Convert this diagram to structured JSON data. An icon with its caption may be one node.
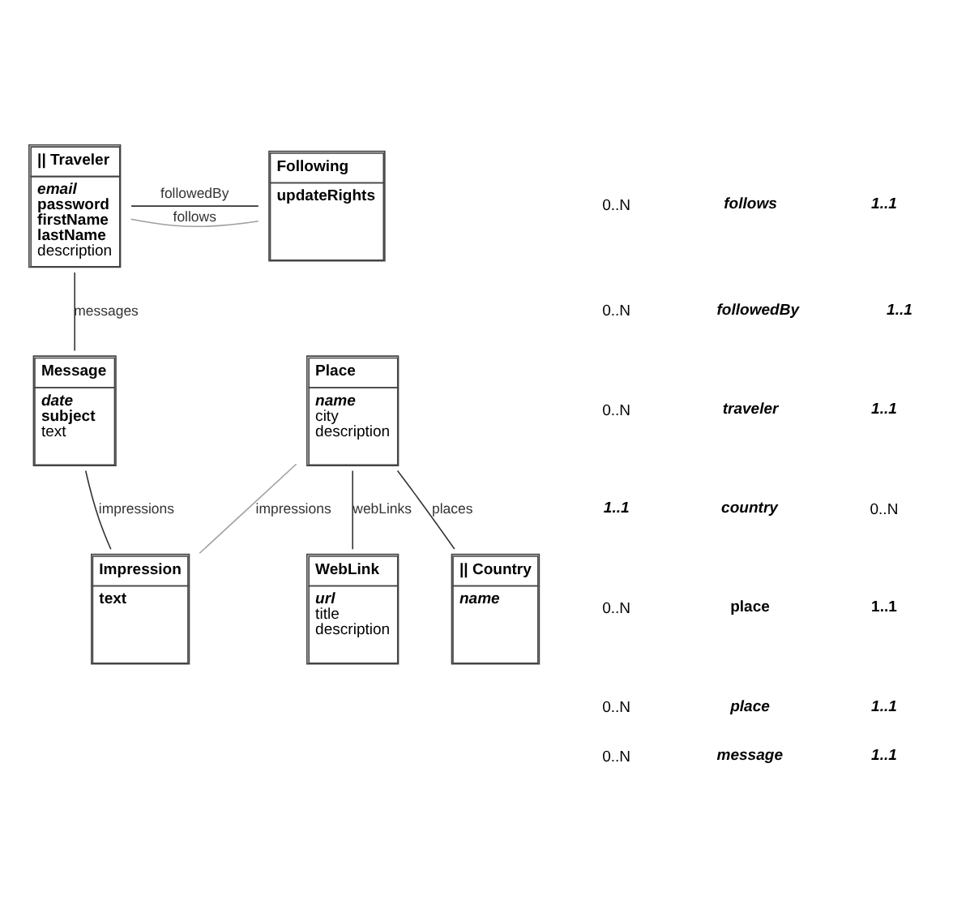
{
  "diagram": {
    "nodes": [
      {
        "text": [
          "|| Traveler",
          "email",
          "password",
          "firstName",
          "lastName",
          "description"
        ]
      },
      {
        "text": [
          "Following",
          "updateRights"
        ]
      },
      {
        "text": [
          "Place",
          "name",
          "city",
          "description"
        ]
      },
      {
        "text": [
          "Message",
          "date",
          "subject",
          "text"
        ]
      },
      {
        "text": [
          "|| Country",
          "name"
        ]
      },
      {
        "text": [
          "WebLink",
          "url",
          "title",
          "description"
        ]
      },
      {
        "text": [
          "Impression",
          "text"
        ]
      }
    ],
    "edges": [
      {
        "from": 0,
        "to": 1,
        "arrow": "none",
        "label": "followedBy"
      },
      {
        "from": 0,
        "to": 1,
        "arrow": "none",
        "label": "follows",
        "color": "#a0a0a0"
      },
      {
        "from": 0,
        "to": 3,
        "arrow": "none",
        "label": "messages"
      },
      {
        "from": 2,
        "to": 4,
        "arrow": "none",
        "label": "places"
      },
      {
        "from": 2,
        "to": 5,
        "arrow": "none",
        "label": "webLinks"
      },
      {
        "from": 2,
        "to": 6,
        "arrow": "none",
        "label": "impressions",
        "color": "#a0a0a0"
      },
      {
        "from": 3,
        "to": 6,
        "arrow": "none",
        "label": "impressions"
      }
    ],
    "labels": [
      "0..N",
      "follows",
      "1..1",
      "0..N",
      "followedBy",
      "1..1",
      "0..N",
      "traveler",
      "1..1",
      "1..1",
      "country",
      "0..N",
      "0..N",
      "place",
      "1..1",
      "0..N",
      "place",
      "1..1",
      "0..N",
      "message",
      "1..1"
    ]
  }
}
